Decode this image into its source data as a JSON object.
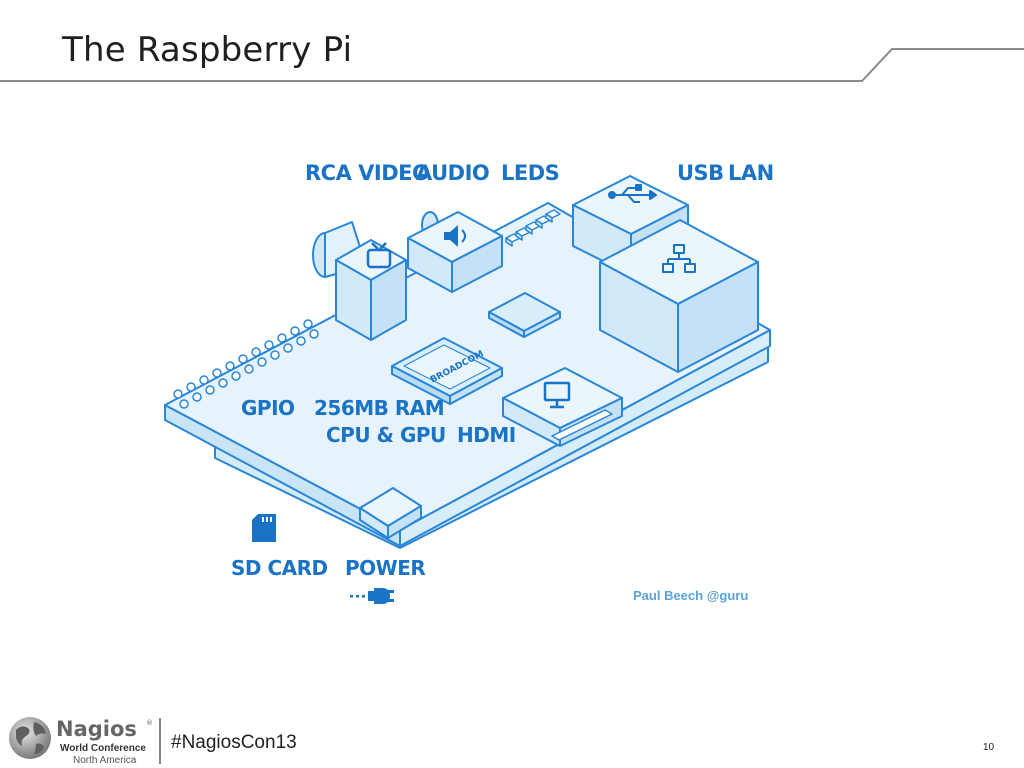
{
  "slide": {
    "title": "The Raspberry Pi",
    "page_number": "10",
    "hashtag": "#NagiosCon13"
  },
  "logo": {
    "brand": "Nagios",
    "registered_mark": "®",
    "line1": "World Conference",
    "line2": "North America"
  },
  "diagram": {
    "labels": {
      "rca_video": "RCA VIDEO",
      "audio": "AUDIO",
      "leds": "LEDS",
      "usb": "USB",
      "lan": "LAN",
      "gpio": "GPIO",
      "ram_line1": "256MB RAM",
      "ram_line2": "CPU & GPU",
      "hdmi": "HDMI",
      "sd_card": "SD CARD",
      "power": "POWER"
    },
    "chip_text": "BROADCOM",
    "credit": "Paul Beech @guru",
    "colors": {
      "stroke": "#2a86d6",
      "fill_light": "#e2f1fb",
      "fill_mid": "#cde7f8",
      "label": "#1a73c4"
    }
  }
}
